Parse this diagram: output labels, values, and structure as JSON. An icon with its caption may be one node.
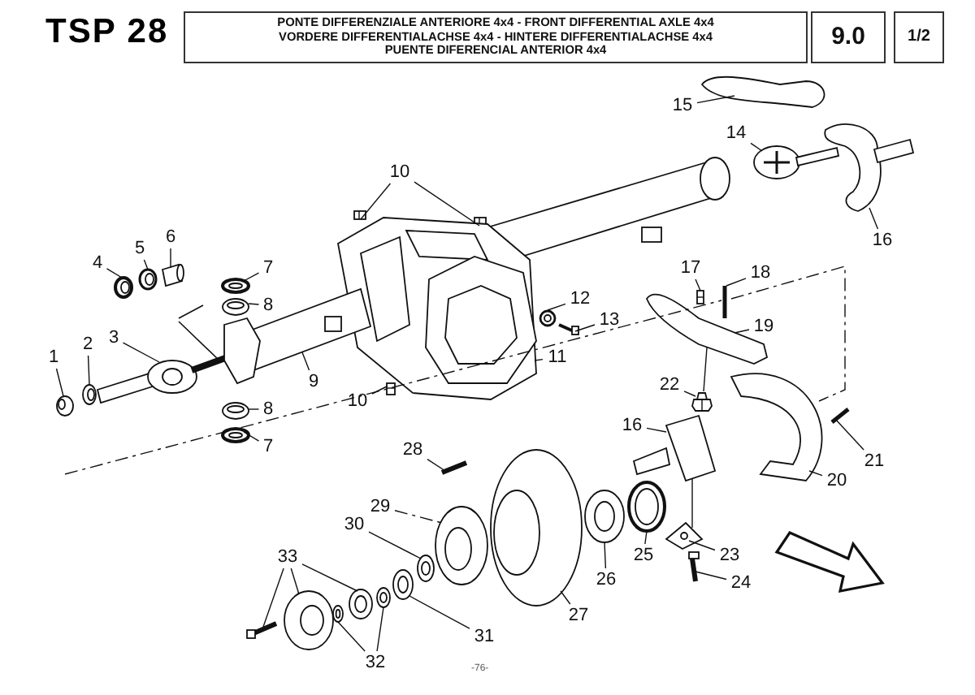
{
  "diagram": {
    "title": "TSP 28",
    "nodes": [
      {
        "text": [
          "PONTE DIFFERENZIALE ANTERIORE 4x4 - FRONT DIFFERENTIAL AXLE 4x4",
          "VORDERE DIFFERENTIALACHSE 4x4 - HINTERE DIFFERENTIALACHSE 4x4",
          "PUENTE DIFERENCIAL ANTERIOR 4x4"
        ]
      },
      {
        "text": [
          "9.0"
        ]
      },
      {
        "text": [
          "1/2"
        ]
      },
      {
        "text": [
          "15"
        ]
      },
      {
        "text": [
          "14"
        ]
      },
      {
        "text": [
          "10"
        ]
      },
      {
        "text": [
          "6"
        ]
      },
      {
        "text": [
          "16"
        ]
      },
      {
        "text": [
          "5"
        ]
      },
      {
        "text": [
          "4"
        ]
      },
      {
        "text": [
          "7"
        ]
      },
      {
        "text": [
          "17"
        ]
      },
      {
        "text": [
          "18"
        ]
      },
      {
        "text": [
          "12"
        ]
      },
      {
        "text": [
          "8"
        ]
      },
      {
        "text": [
          "13"
        ]
      },
      {
        "text": [
          "19"
        ]
      },
      {
        "text": [
          "3"
        ]
      },
      {
        "text": [
          "2"
        ]
      },
      {
        "text": [
          "1"
        ]
      },
      {
        "text": [
          "11"
        ]
      },
      {
        "text": [
          "9"
        ]
      },
      {
        "text": [
          "22"
        ]
      },
      {
        "text": [
          "10"
        ]
      },
      {
        "text": [
          "8"
        ]
      },
      {
        "text": [
          "16"
        ]
      },
      {
        "text": [
          "7"
        ]
      },
      {
        "text": [
          "28"
        ]
      },
      {
        "text": [
          "21"
        ]
      },
      {
        "text": [
          "20"
        ]
      },
      {
        "text": [
          "29"
        ]
      },
      {
        "text": [
          "30"
        ]
      },
      {
        "text": [
          "25"
        ]
      },
      {
        "text": [
          "23"
        ]
      },
      {
        "text": [
          "33"
        ]
      },
      {
        "text": [
          "26"
        ]
      },
      {
        "text": [
          "24"
        ]
      },
      {
        "text": [
          "27"
        ]
      },
      {
        "text": [
          "31"
        ]
      },
      {
        "text": [
          "32"
        ]
      },
      {
        "text": [],
        "shape": "picture"
      },
      {
        "text": [],
        "shape": "picture"
      },
      {
        "text": [],
        "shape": "picture"
      },
      {
        "text": [],
        "shape": "picture"
      },
      {
        "text": [],
        "shape": "picture"
      },
      {
        "text": [],
        "shape": "picture"
      },
      {
        "text": [],
        "shape": "picture"
      },
      {
        "text": [],
        "shape": "picture"
      },
      {
        "text": [],
        "shape": "picture"
      },
      {
        "text": [],
        "shape": "picture"
      },
      {
        "text": [],
        "shape": "picture"
      },
      {
        "text": [],
        "shape": "picture"
      },
      {
        "text": [],
        "shape": "picture"
      },
      {
        "text": [],
        "shape": "picture"
      },
      {
        "text": [],
        "shape": "picture"
      },
      {
        "text": [],
        "shape": "picture"
      },
      {
        "text": [],
        "shape": "picture"
      },
      {
        "text": [],
        "shape": "picture"
      },
      {
        "text": [],
        "shape": "picture"
      },
      {
        "text": [],
        "shape": "picture"
      },
      {
        "text": [],
        "shape": "picture"
      },
      {
        "text": [],
        "shape": "picture"
      },
      {
        "text": [],
        "shape": "picture"
      },
      {
        "text": [],
        "shape": "picture"
      },
      {
        "text": [],
        "shape": "picture"
      },
      {
        "text": [],
        "shape": "picture"
      },
      {
        "text": [],
        "shape": "picture"
      },
      {
        "text": [],
        "shape": "picture"
      },
      {
        "text": [],
        "shape": "picture"
      },
      {
        "text": [],
        "shape": "picture"
      },
      {
        "text": [],
        "shape": "picture"
      },
      {
        "text": [],
        "shape": "picture"
      },
      {
        "text": [],
        "shape": "picture"
      },
      {
        "text": [],
        "shape": "picture"
      },
      {
        "text": [],
        "shape": "picture"
      },
      {
        "text": [],
        "shape": "picture"
      },
      {
        "text": [],
        "shape": "picture"
      },
      {
        "text": [],
        "shape": "picture"
      },
      {
        "text": [],
        "shape": "picture"
      },
      {
        "text": [],
        "shape": "picture"
      },
      {
        "text": [],
        "shape": "picture"
      }
    ],
    "edges": [
      {
        "from": 3,
        "to": 40,
        "arrow": "none"
      },
      {
        "from": 4,
        "to": 41,
        "arrow": "none"
      },
      {
        "from": 5,
        "to": 42,
        "arrow": "none"
      },
      {
        "from": 5,
        "to": 43,
        "arrow": "none"
      },
      {
        "from": 6,
        "to": 44,
        "arrow": "none"
      },
      {
        "from": 7,
        "to": 45,
        "arrow": "none"
      },
      {
        "from": 8,
        "to": 46,
        "arrow": "none"
      },
      {
        "from": 9,
        "to": 47,
        "arrow": "none"
      },
      {
        "from": 10,
        "to": 48,
        "arrow": "none"
      },
      {
        "from": 11,
        "to": 49,
        "arrow": "none"
      },
      {
        "from": 12,
        "to": 50,
        "arrow": "none"
      },
      {
        "from": 13,
        "to": 51,
        "arrow": "none"
      },
      {
        "from": 14,
        "to": 52,
        "arrow": "none"
      },
      {
        "from": 15,
        "to": 53,
        "arrow": "none"
      },
      {
        "from": 16,
        "to": 54,
        "arrow": "none"
      },
      {
        "from": 17,
        "to": 55,
        "arrow": "none"
      },
      {
        "from": 18,
        "to": 56,
        "arrow": "none"
      },
      {
        "from": 19,
        "to": 57,
        "arrow": "none"
      },
      {
        "from": 20,
        "to": 58,
        "arrow": "none"
      },
      {
        "from": 21,
        "to": 59,
        "arrow": "none"
      },
      {
        "from": 22,
        "to": 60,
        "arrow": "none"
      },
      {
        "from": 23,
        "to": 61,
        "arrow": "none"
      },
      {
        "from": 24,
        "to": 62,
        "arrow": "none"
      },
      {
        "from": 25,
        "to": 63,
        "arrow": "none"
      },
      {
        "from": 26,
        "to": 64,
        "arrow": "none"
      },
      {
        "from": 27,
        "to": 65,
        "arrow": "none"
      },
      {
        "from": 28,
        "to": 66,
        "arrow": "none"
      },
      {
        "from": 29,
        "to": 67,
        "arrow": "none"
      },
      {
        "from": 30,
        "to": 68,
        "arrow": "none",
        "style": "dashed"
      },
      {
        "from": 31,
        "to": 69,
        "arrow": "none"
      },
      {
        "from": 32,
        "to": 70,
        "arrow": "none"
      },
      {
        "from": 33,
        "to": 71,
        "arrow": "none"
      },
      {
        "from": 34,
        "to": 77,
        "arrow": "none"
      },
      {
        "from": 34,
        "to": 72,
        "arrow": "none"
      },
      {
        "from": 34,
        "to": 78,
        "arrow": "none"
      },
      {
        "from": 35,
        "to": 73,
        "arrow": "none"
      },
      {
        "from": 36,
        "to": 74,
        "arrow": "none"
      },
      {
        "from": 37,
        "to": 75,
        "arrow": "none"
      },
      {
        "from": 38,
        "to": 76,
        "arrow": "none"
      },
      {
        "from": 39,
        "to": 79,
        "arrow": "none"
      },
      {
        "from": 39,
        "to": 80,
        "arrow": "none"
      },
      {
        "from": null,
        "to": 50,
        "arrow": "none",
        "style": "dashed"
      },
      {
        "from": 50,
        "to": 67,
        "arrow": "none",
        "style": "dashed"
      },
      {
        "from": 54,
        "to": 60,
        "arrow": "none"
      },
      {
        "from": 63,
        "to": 71,
        "arrow": "none"
      }
    ],
    "labels": [
      "-76-"
    ]
  }
}
